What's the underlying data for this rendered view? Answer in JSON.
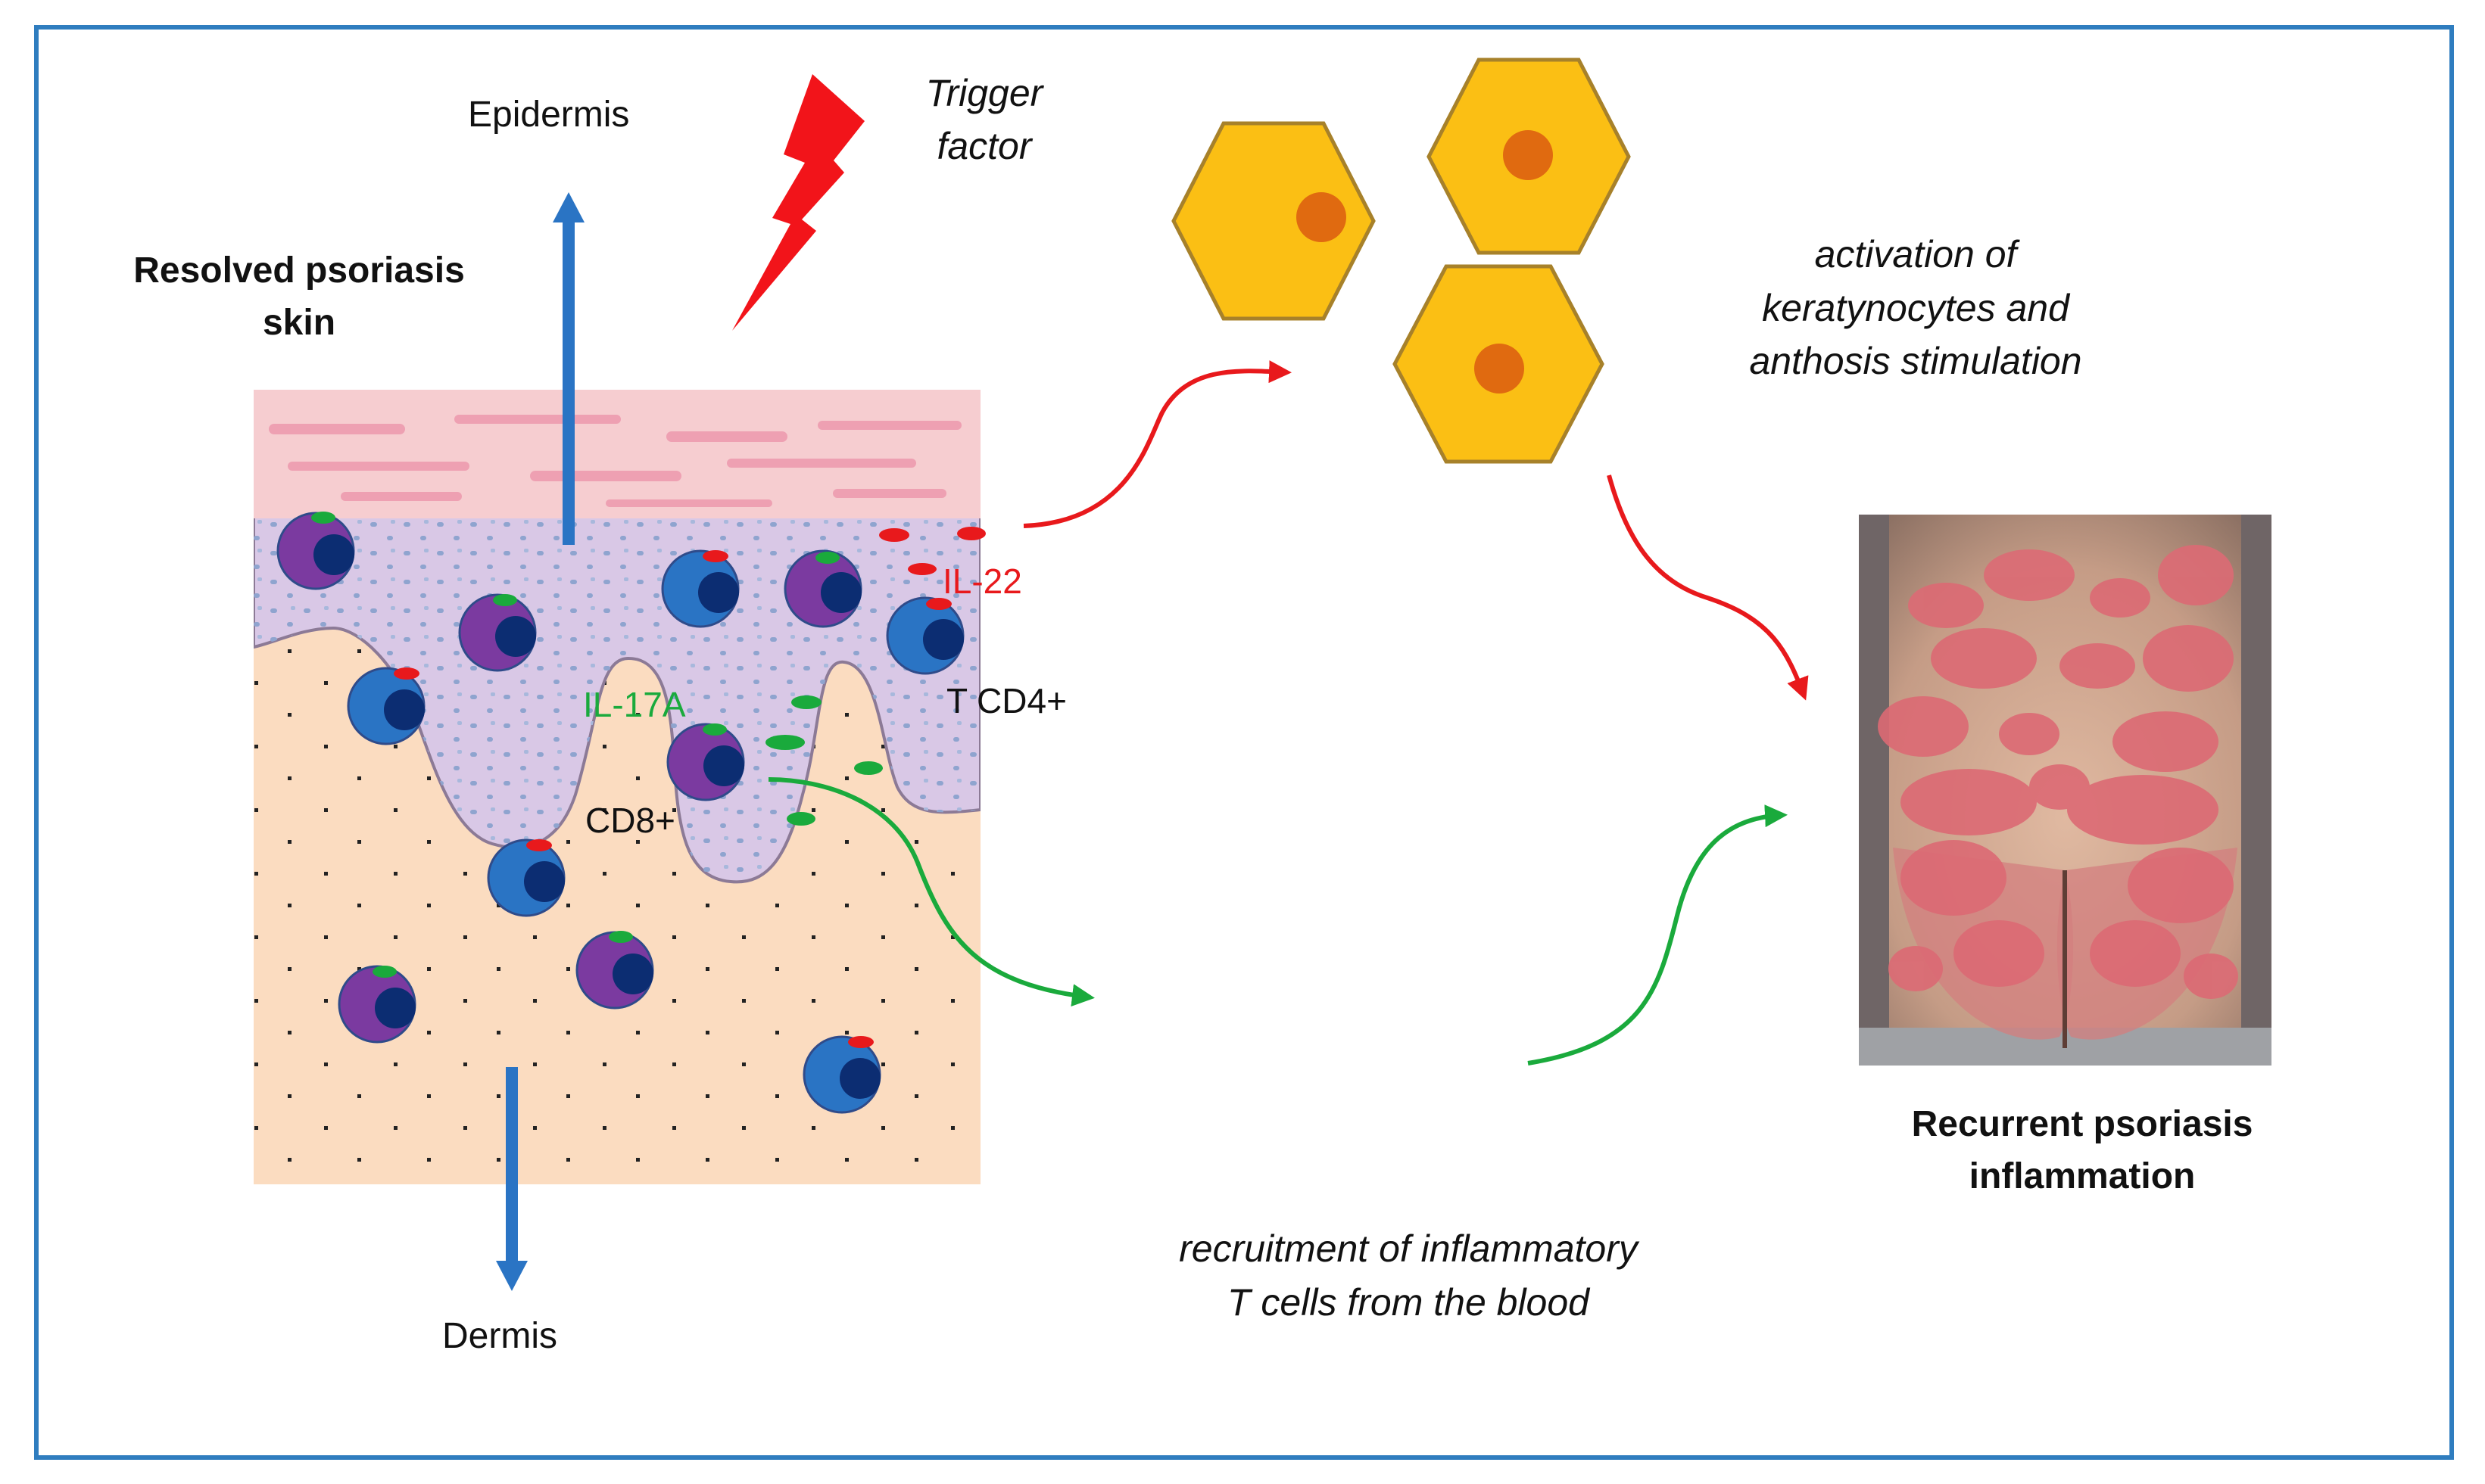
{
  "labels": {
    "epidermis": "Epidermis",
    "dermis": "Dermis",
    "trigger_line1": "Trigger",
    "trigger_line2": "factor",
    "resolved_line1": "Resolved psoriasis",
    "resolved_line2": "skin",
    "il22": "IL-22",
    "il17a": "IL-17A",
    "tcd4": "T CD4+",
    "cd8": "CD8+",
    "activation_line1": "activation of",
    "activation_line2": "keratynocytes and",
    "activation_line3": "anthosis stimulation",
    "recurrent_line1": "Recurrent psoriasis",
    "recurrent_line2": "inflammation",
    "recruitment_line1": "recruitment of inflammatory",
    "recruitment_line2": "T cells from the blood"
  },
  "colors": {
    "frame": "#2f7dbf",
    "arrow_blue": "#2a74c4",
    "arrow_red": "#e8191c",
    "arrow_green": "#1aaa3c",
    "il22_text": "#e8191c",
    "il17a_text": "#1aaa3c",
    "stratum_corneum": "#f6cdd0",
    "epidermis_layer": "#d9c8e6",
    "dermis_layer": "#fbdcc0",
    "cd4_cell": "#2a74c4",
    "cd8_cell": "#7b3aa0",
    "keratinocyte": "#fbbf14",
    "keratinocyte_nucleus": "#e06a10"
  }
}
